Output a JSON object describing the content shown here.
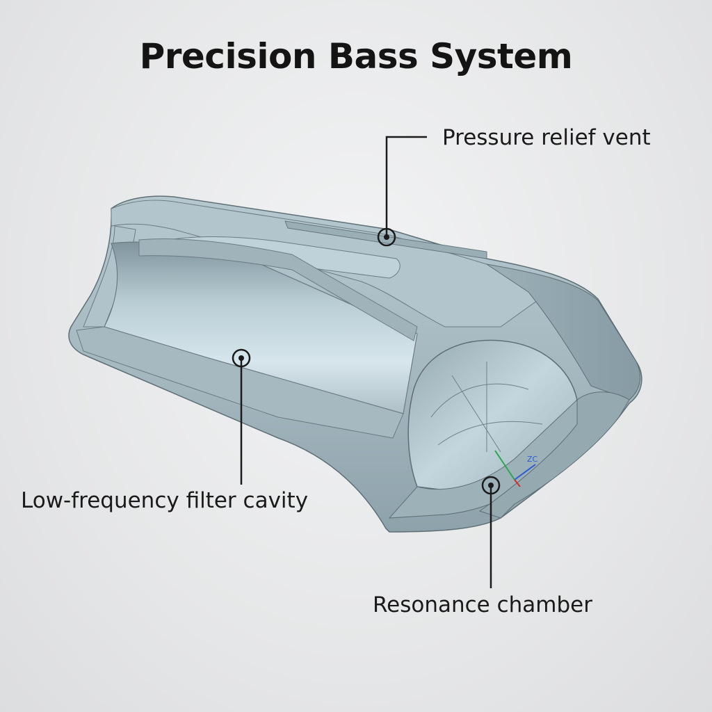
{
  "title": "Precision Bass System",
  "callouts": {
    "vent": "Pressure relief vent",
    "cavity": "Low-frequency filter cavity",
    "chamber": "Resonance chamber"
  },
  "cad_axis": {
    "zc": "ZC"
  },
  "colors": {
    "body": "#a9bcc4",
    "body_dark": "#8fa3ac",
    "inner": "#c9dce3",
    "edge": "#5e6e75",
    "leader": "#1a1a1a"
  }
}
